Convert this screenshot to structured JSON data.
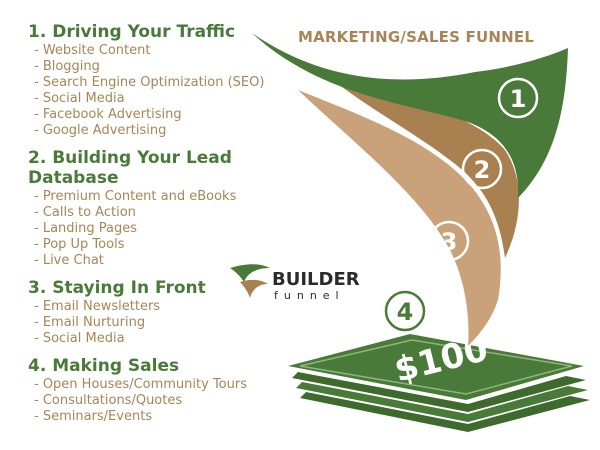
{
  "funnel_title": "MARKETING/SALES FUNNEL",
  "colors": {
    "green": "#4a7a39",
    "tan": "#a98456",
    "brown": "#a9804f",
    "light_tan": "#c9a27a"
  },
  "sections": [
    {
      "title": "1. Driving Your Traffic",
      "items": [
        "- Website Content",
        "- Blogging",
        "- Search Engine Optimization (SEO)",
        "- Social Media",
        "- Facebook Advertising",
        "- Google Advertising"
      ]
    },
    {
      "title": "2. Building Your Lead Database",
      "items": [
        "- Premium Content and eBooks",
        "- Calls to Action",
        "- Landing Pages",
        "- Pop Up Tools",
        "- Live Chat"
      ]
    },
    {
      "title": "3. Staying In Front",
      "items": [
        "- Email Newsletters",
        "- Email Nurturing",
        "- Social Media"
      ]
    },
    {
      "title": "4. Making Sales",
      "items": [
        "- Open Houses/Community Tours",
        "- Consultations/Quotes",
        "- Seminars/Events"
      ]
    }
  ],
  "stage_numbers": [
    "1",
    "2",
    "3",
    "4"
  ],
  "logo": {
    "line1": "BUILDER",
    "line2": "funnel"
  },
  "money_label": "$100"
}
